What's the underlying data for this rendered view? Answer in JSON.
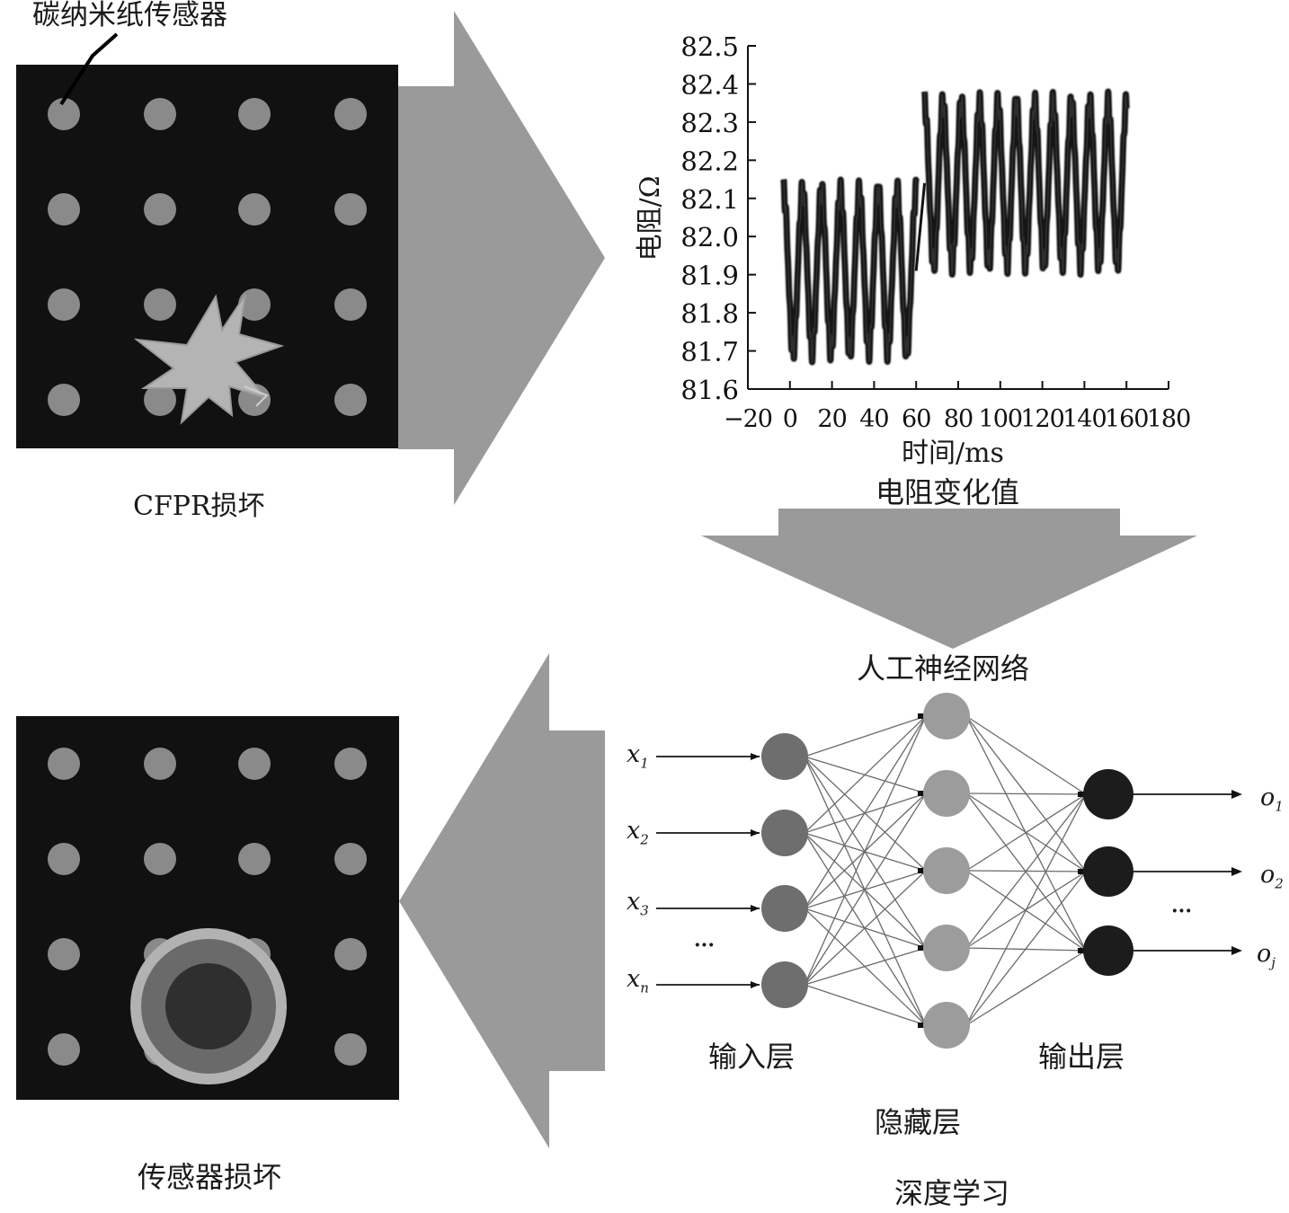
{
  "labels": {
    "sensor_callout": "碳纳米纸传感器",
    "cfrp_damage": "CFPR损坏",
    "resistance_change": "电阻变化值",
    "ann": "人工神经网络",
    "sensor_damage": "传感器损坏",
    "input_layer": "输入层",
    "hidden_layer": "隐藏层",
    "output_layer": "输出层",
    "deep_learning": "深度学习"
  },
  "network": {
    "inputs": [
      {
        "sym": "x",
        "sub": "1"
      },
      {
        "sym": "x",
        "sub": "2"
      },
      {
        "sym": "x",
        "sub": "3"
      },
      {
        "sym": "x",
        "sub": "n"
      }
    ],
    "outputs": [
      {
        "sym": "o",
        "sub": "1"
      },
      {
        "sym": "o",
        "sub": "2"
      },
      {
        "sym": "o",
        "sub": "j"
      }
    ],
    "ellipsis": "···"
  },
  "colors": {
    "panel": "#111111",
    "sensor_dot": "#8a8a8a",
    "arrow": "#9a9a9a",
    "input_node": "#6e6e6e",
    "hidden_node": "#9c9c9c",
    "output_node": "#1c1c1c",
    "signal": "#141414"
  },
  "chart_data": {
    "type": "line",
    "xlabel": "时间/ms",
    "ylabel": "电阻/Ω",
    "xlim": [
      -20,
      180
    ],
    "ylim": [
      81.6,
      82.5
    ],
    "xticks": [
      -20,
      0,
      20,
      40,
      60,
      80,
      100,
      120,
      140,
      160,
      180
    ],
    "yticks": [
      "81.6",
      "81.7",
      "81.8",
      "81.9",
      "82.0",
      "82.1",
      "82.2",
      "82.3",
      "82.4",
      "82.5"
    ],
    "segments": [
      {
        "x_start": -3,
        "x_end": 60,
        "mean": 81.91,
        "amplitude": 0.24,
        "cycles": 7
      },
      {
        "x_start": 64,
        "x_end": 160,
        "mean": 82.14,
        "amplitude": 0.24,
        "cycles": 11
      }
    ]
  }
}
